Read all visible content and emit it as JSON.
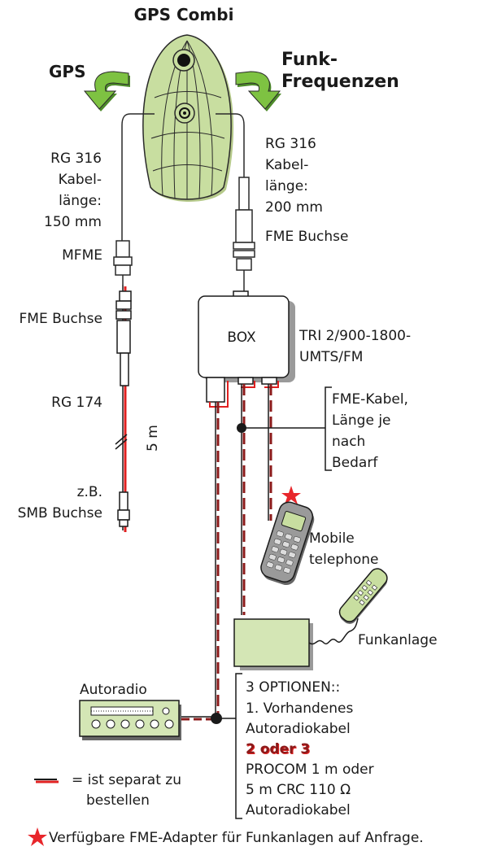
{
  "title": "GPS Combi",
  "arrow_left_label": "GPS",
  "arrow_right_label": [
    "Funk-",
    "Frequenzen"
  ],
  "left_cable": [
    "RG 316",
    "Kabel-",
    "länge:",
    "150 mm"
  ],
  "right_cable": [
    "RG 316",
    "Kabel-",
    "länge:",
    "200 mm"
  ],
  "mfme_label": "MFME",
  "fme_buchse_right": "FME Buchse",
  "fme_buchse_left": "FME Buchse",
  "box_label": "BOX",
  "tri_label": [
    "TRI 2/900-1800-",
    "UMTS/FM"
  ],
  "rg174_label": "RG 174",
  "length_5m": "5 m",
  "smb_label": [
    "z.B.",
    "SMB Buchse"
  ],
  "fme_kabel": [
    "FME-Kabel,",
    "Länge je",
    "nach",
    "Bedarf"
  ],
  "mobile_label": [
    "Mobile",
    "telephone"
  ],
  "funkanlage_label": "Funkanlage",
  "autoradio_label": "Autoradio",
  "options": {
    "line1": "3 OPTIONEN::",
    "line2": "1. Vorhandenes",
    "line3": "Autoradiokabel",
    "line4": "2 oder 3",
    "line5": "PROCOM 1 m oder",
    "line6": "5 m CRC 110 Ω",
    "line7": "Autoradiokabel"
  },
  "legend": [
    "= ist separat zu",
    "bestellen"
  ],
  "footer": "Verfügbare FME-Adapter für Funkanlagen auf Anfrage.",
  "colors": {
    "antenna": "#c8dea0",
    "arrow": "#7ec242",
    "red": "#e02020",
    "dark_red": "#8b1a1a",
    "box_fill": "#d4e6b5",
    "star": "#e8262b"
  }
}
